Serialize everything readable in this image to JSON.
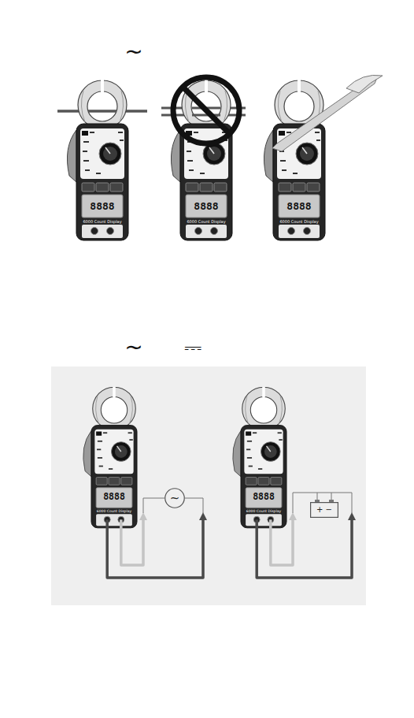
{
  "diagram": {
    "nodes": [
      {
        "text": [
          "~"
        ]
      },
      {
        "text": [
          "+ −"
        ]
      }
    ],
    "labels": [
      "~",
      "8888",
      "6000 Count Display",
      "8888",
      "6000 Count Display",
      "8888",
      "6000 Count Display",
      "~",
      "⎓",
      "8888",
      "6000 Count Display",
      "8888",
      "6000 Count Display"
    ]
  }
}
